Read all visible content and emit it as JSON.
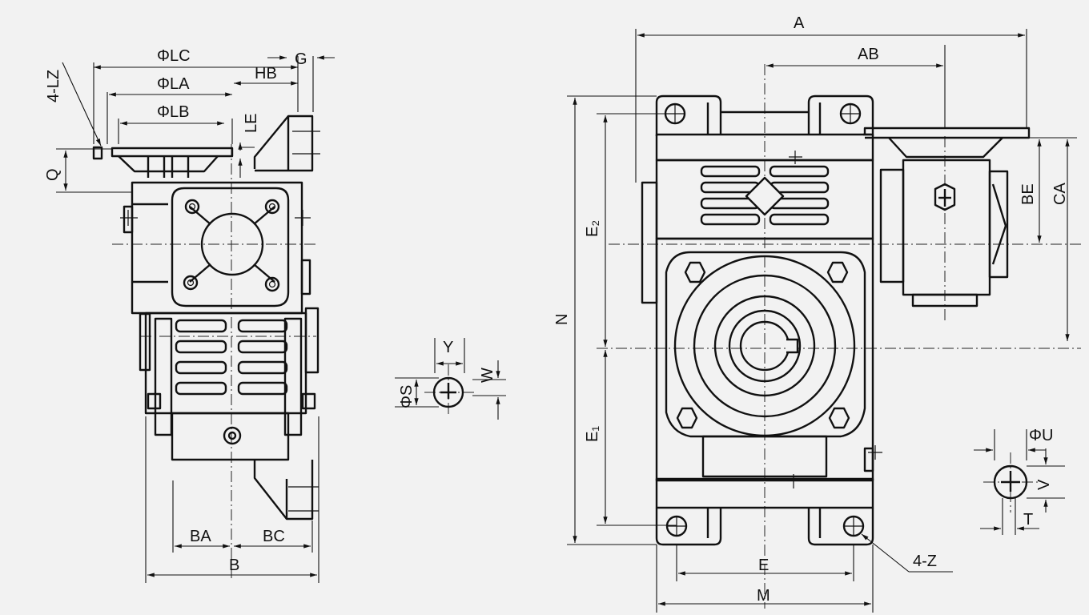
{
  "labels": {
    "lz": "4-LZ",
    "lc": "ΦLC",
    "la": "ΦLA",
    "lb": "ΦLB",
    "hb": "HB",
    "g": "G",
    "le": "LE",
    "q": "Q",
    "ba": "BA",
    "bc": "BC",
    "b": "B",
    "y": "Y",
    "w": "W",
    "s": "ΦS",
    "a": "A",
    "ab": "AB",
    "n": "N",
    "e2": "E₂",
    "e1": "E₁",
    "be": "BE",
    "ca": "CA",
    "e": "E",
    "m": "M",
    "z": "4-Z",
    "u": "ΦU",
    "v": "V",
    "t": "T"
  }
}
